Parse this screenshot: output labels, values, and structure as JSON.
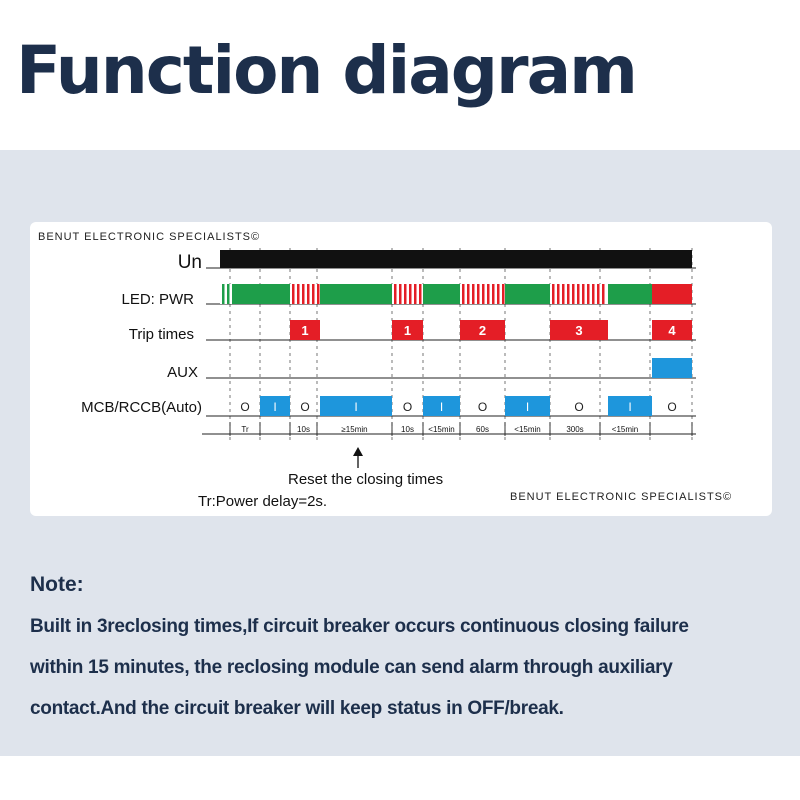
{
  "title": "Function diagram",
  "diagram": {
    "brand": "BENUT ELECTRONIC SPECIALISTS©",
    "rows": {
      "un": "Un",
      "led": "LED: PWR",
      "trip": "Trip times",
      "aux": "AUX",
      "mcb": "MCB/RCCB(Auto)"
    },
    "trip_numbers": [
      "1",
      "1",
      "2",
      "3",
      "4"
    ],
    "mcb_states": [
      "O",
      "I",
      "O",
      "I",
      "O",
      "I",
      "O",
      "I",
      "O",
      "I",
      "O"
    ],
    "intervals": [
      "Tr",
      "10s",
      "≥15min",
      "10s",
      "<15min",
      "60s",
      "<15min",
      "300s",
      "<15min"
    ],
    "reset_label": "Reset the closing times",
    "tr_note": "Tr:Power delay=2s.",
    "colors": {
      "green": "#1e9e4a",
      "red": "#e41e26",
      "blue": "#1e96dc",
      "black": "#111111"
    }
  },
  "note": {
    "heading": "Note:",
    "lines": [
      "Built in 3reclosing times,If circuit breaker occurs continuous closing failure",
      "within 15 minutes, the reclosing module can send alarm through auxiliary",
      "contact.And the circuit breaker will keep status in OFF/break."
    ]
  }
}
